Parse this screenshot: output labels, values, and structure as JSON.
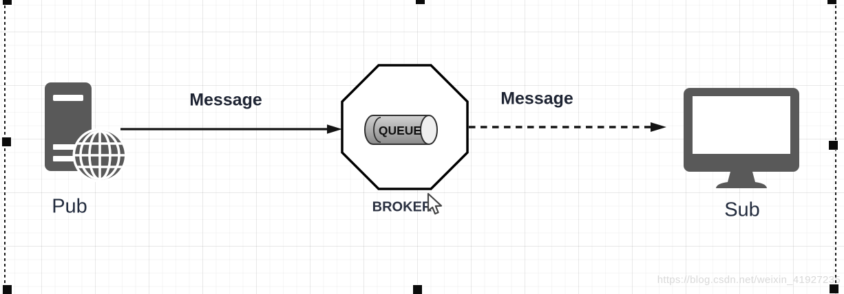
{
  "canvas": {
    "type": "diagram-editor-canvas",
    "grid": "on",
    "selection_handles": 8,
    "watermark": "https://blog.csdn.net/weixin_41927235"
  },
  "diagram": {
    "publisher": {
      "label": "Pub",
      "icon": "server-globe-icon"
    },
    "broker": {
      "label": "BROKER",
      "shape": "octagon",
      "queue_label": "QUEUE"
    },
    "subscriber": {
      "label": "Sub",
      "icon": "monitor-icon"
    },
    "edges": [
      {
        "from": "Pub",
        "to": "BROKER",
        "label": "Message",
        "style": "solid",
        "arrowhead": "filled"
      },
      {
        "from": "BROKER",
        "to": "Sub",
        "label": "Message",
        "style": "dashed",
        "arrowhead": "filled"
      }
    ],
    "colors": {
      "node_gray": "#595959",
      "edge_black": "#141414",
      "octagon_fill": "#ffffff",
      "octagon_border": "#000000",
      "cylinder_light": "#d2d2d2",
      "cylinder_dark": "#8a8a8a",
      "label_dark": "#222b3d",
      "watermark_gray": "#d9d9d9"
    }
  },
  "cursor": {
    "type": "arrow-pointer"
  }
}
